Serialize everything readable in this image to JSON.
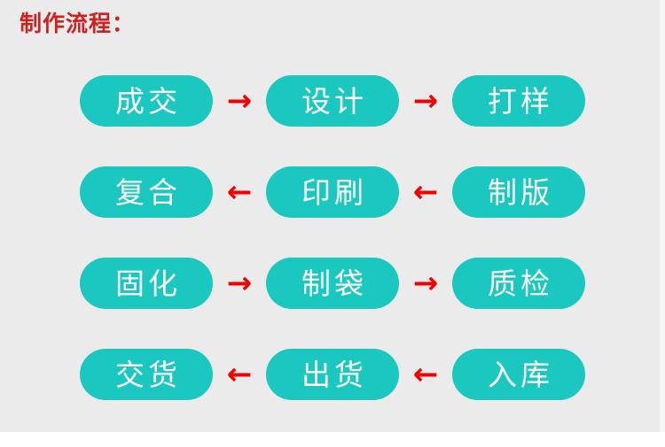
{
  "page": {
    "title": "制作流程：",
    "background_color": "#ebebeb",
    "page_background_color": "#ffffff",
    "title_color": "#cc2222",
    "pill_color": "#1ac8c0",
    "pill_text_color": "#ffffff",
    "arrow_color": "#f20000"
  },
  "flow": {
    "rows": [
      {
        "direction": "right",
        "arrow_glyph": "→",
        "arrow_name": "arrow-right-icon",
        "steps": [
          {
            "label": "成交"
          },
          {
            "label": "设计"
          },
          {
            "label": "打样"
          }
        ]
      },
      {
        "direction": "left",
        "arrow_glyph": "←",
        "arrow_name": "arrow-left-icon",
        "steps": [
          {
            "label": "复合"
          },
          {
            "label": "印刷"
          },
          {
            "label": "制版"
          }
        ]
      },
      {
        "direction": "right",
        "arrow_glyph": "→",
        "arrow_name": "arrow-right-icon",
        "steps": [
          {
            "label": "固化"
          },
          {
            "label": "制袋"
          },
          {
            "label": "质检"
          }
        ]
      },
      {
        "direction": "left",
        "arrow_glyph": "←",
        "arrow_name": "arrow-left-icon",
        "steps": [
          {
            "label": "交货"
          },
          {
            "label": "出货"
          },
          {
            "label": "入库"
          }
        ]
      }
    ]
  }
}
